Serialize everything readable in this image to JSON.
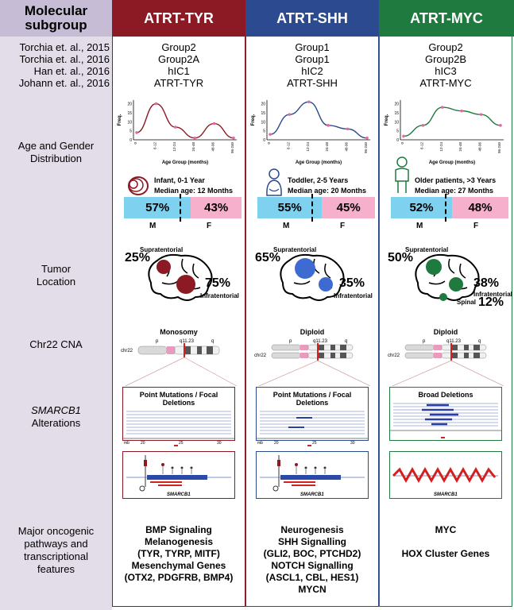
{
  "header": {
    "left": "Molecular subgroup",
    "col1": "ATRT-TYR",
    "col2": "ATRT-SHH",
    "col3": "ATRT-MYC"
  },
  "references": [
    "Torchia et. al., 2015",
    "Torchia et. al., 2016",
    "Han et. al., 2016",
    "Johann et. al., 2016"
  ],
  "columns": [
    {
      "names": [
        "Group2",
        "Group2A",
        "hIC1",
        "ATRT-TYR"
      ],
      "age_group": "Infant, 0-1 Year",
      "median_age": "Median age: 12 Months",
      "male_pct": "57%",
      "female_pct": "43%",
      "loc_supra_pct": "25%",
      "loc_infra_pct": "75%",
      "loc_spinal_pct": "",
      "cna": "Monosomy",
      "alteration": "Point Mutations / Focal Deletions",
      "pathways": [
        "BMP Signaling",
        "Melanogenesis",
        "(TYR, TYRP, MITF)",
        "Mesenchymal Genes",
        "(OTX2, PDGFRB, BMP4)"
      ]
    },
    {
      "names": [
        "Group1",
        "Group1",
        "hIC2",
        "ATRT-SHH"
      ],
      "age_group": "Toddler, 2-5 Years",
      "median_age": "Median age: 20 Months",
      "male_pct": "55%",
      "female_pct": "45%",
      "loc_supra_pct": "65%",
      "loc_infra_pct": "35%",
      "loc_spinal_pct": "",
      "cna": "Diploid",
      "alteration": "Point Mutations / Focal Deletions",
      "pathways": [
        "Neurogenesis",
        "SHH Signalling",
        "(GLI2, BOC, PTCHD2)",
        "NOTCH Signalling",
        "(ASCL1, CBL, HES1)",
        "MYCN"
      ]
    },
    {
      "names": [
        "Group2",
        "Group2B",
        "hIC3",
        "ATRT-MYC"
      ],
      "age_group": "Older patients, >3 Years",
      "median_age": "Median age: 27 Months",
      "male_pct": "52%",
      "female_pct": "48%",
      "loc_supra_pct": "50%",
      "loc_infra_pct": "38%",
      "loc_spinal_pct": "12%",
      "cna": "Diploid",
      "alteration": "Broad Deletions",
      "pathways": [
        "MYC",
        "",
        "HOX Cluster Genes"
      ]
    }
  ],
  "row_labels": {
    "age": "Age and Gender Distribution",
    "tumor": "Tumor Location",
    "cna": "Chr22 CNA",
    "smarcb1": "SMARCB1",
    "alterations": "Alterations",
    "pathways": "Major oncogenic pathways and transcriptional features"
  },
  "chart_labels": {
    "ylabel": "Freq.",
    "xlabel": "Age Group (months)",
    "yticks": [
      "0",
      "5",
      "10",
      "15",
      "20"
    ],
    "xticks": [
      "0",
      "6-12",
      "12-24",
      "24-48",
      "48-96",
      "96-240"
    ]
  },
  "common": {
    "m": "M",
    "f": "F",
    "supratentorial": "Supratentorial",
    "infratentorial": "Infratentorial",
    "spinal": "Spinal",
    "chr": "chr22",
    "band": "q11.23",
    "p": "p",
    "q": "q",
    "gene": "SMARCB1",
    "mb": "mb",
    "ax20": "20",
    "ax25": "25",
    "ax30": "30"
  },
  "colors": {
    "tyr": "#8b1a24",
    "shh": "#2b4a8f",
    "myc": "#1f7a3f",
    "left_bg": "#e3dde9",
    "left_hdr": "#c6bcd6"
  },
  "chart_data": [
    {
      "type": "line",
      "series": [
        {
          "values": [
            4,
            20,
            7,
            1,
            9,
            1
          ]
        }
      ],
      "categories": [
        "0",
        "6-12",
        "12-24",
        "24-48",
        "48-96",
        "96-240"
      ],
      "ylim": [
        0,
        22
      ]
    },
    {
      "type": "line",
      "series": [
        {
          "values": [
            3,
            14,
            21,
            8,
            6,
            1
          ]
        }
      ],
      "categories": [
        "0",
        "6-12",
        "12-24",
        "24-48",
        "48-96",
        "96-240"
      ],
      "ylim": [
        0,
        22
      ]
    },
    {
      "type": "line",
      "series": [
        {
          "values": [
            2,
            8,
            18,
            16,
            14,
            8
          ]
        }
      ],
      "categories": [
        "0",
        "6-12",
        "12-24",
        "24-48",
        "48-96",
        "96-240"
      ],
      "ylim": [
        0,
        22
      ]
    }
  ]
}
